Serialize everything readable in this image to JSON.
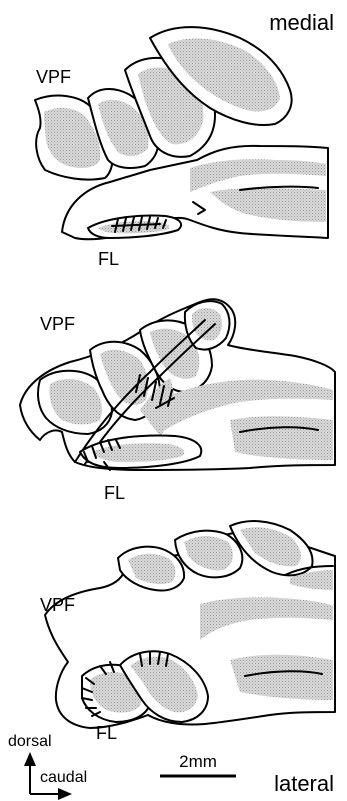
{
  "orientation": {
    "top": "medial",
    "bottom": "lateral"
  },
  "sections": [
    {
      "region_label": "VPF",
      "flocculus_label": "FL"
    },
    {
      "region_label": "VPF",
      "flocculus_label": "FL"
    },
    {
      "region_label": "VPF",
      "flocculus_label": "FL"
    }
  ],
  "axes": {
    "vertical": "dorsal",
    "horizontal": "caudal"
  },
  "scale_bar": {
    "label": "2mm"
  },
  "colors": {
    "outline": "#000000",
    "gray_matter": "#c8c8c8",
    "background": "#ffffff"
  }
}
